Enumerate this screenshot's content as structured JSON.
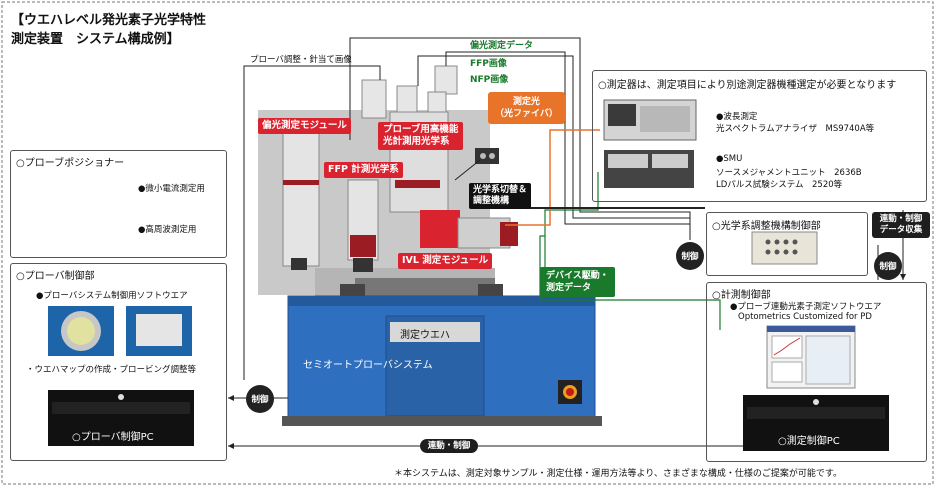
{
  "title": {
    "line1": "【ウエハレベル発光素子光学特性",
    "line2": "測定装置　システム構成例】"
  },
  "probe_positioner": {
    "heading": "○プローブポジショナー",
    "item1": "●微小電流測定用",
    "item2": "●高周波測定用"
  },
  "probe_control": {
    "heading": "○プローバ制御部",
    "software": "●プローバシステム制御用ソフトウエア",
    "note": "・ウエハマップの作成・プロービング調整等",
    "pc_label": "○プローバ制御PC"
  },
  "top_labels": {
    "probe_adjust": "プローバ調整・針当て画像",
    "polarization_data": "偏光測定データ",
    "ffp_image": "FFP画像",
    "nfp_image": "NFP画像"
  },
  "module_labels": {
    "polarization_module": "偏光測定モジュール",
    "probe_optics_1": "プローブ用高機能",
    "probe_optics_2": "光計測用光学系",
    "ffp_optics": "FFP 計測光学系",
    "ivl_module": "IVL 測定モジュール",
    "switch_1": "光学系切替＆",
    "switch_2": "調整機構",
    "measure_light_1": "測定光",
    "measure_light_2": "（光ファイバ）",
    "device_drive_1": "デバイス駆動・",
    "device_drive_2": "測定データ"
  },
  "prober": {
    "name": "セミオートプローバシステム",
    "wafer": "測定ウエハ"
  },
  "instruments": {
    "heading": "○測定器は、測定項目により別途測定器機種選定が必要となります",
    "wl_title": "●波長測定",
    "wl_model": "光スペクトラムアナライザ　MS9740A等",
    "smu_title": "●SMU",
    "smu_line1": "ソースメジャメントユニット　2636B",
    "smu_line2": "LDパルス試験システム　2520等"
  },
  "optics_control": {
    "heading": "○光学系調整機構制御部"
  },
  "measure_control": {
    "heading": "○計測制御部",
    "software": "●プローブ連動光素子測定ソフトウエア",
    "software_en": "Optometrics Customized for PD",
    "pc_label": "○測定制御PC"
  },
  "connectors": {
    "control": "制御",
    "link_1": "連動・制御",
    "link_2": "データ収集",
    "link_bottom": "連動・制御"
  },
  "footnote": "＊本システムは、測定対象サンプル・測定仕様・運用方法等より、さまざまな構成・仕様のご提案が可能です。",
  "colors": {
    "prober_blue": "#2f6fbf",
    "label_red": "#d9232f",
    "label_green": "#1a7a2c",
    "fiber_orange": "#e8742a"
  }
}
